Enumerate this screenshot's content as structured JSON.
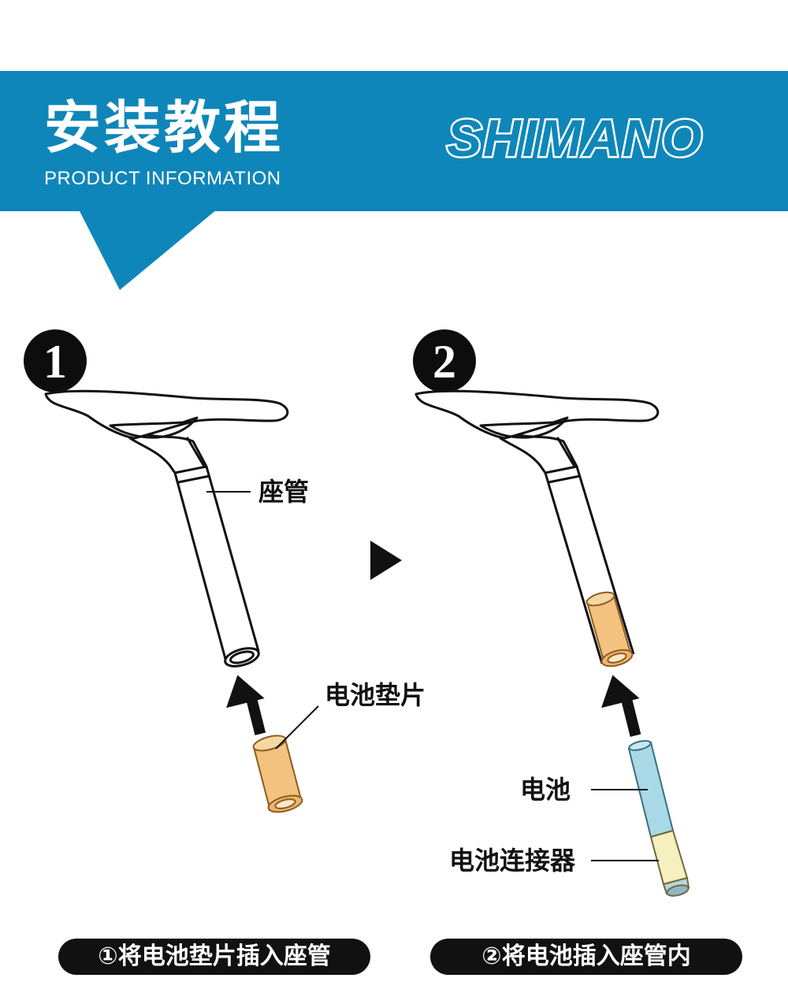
{
  "header": {
    "title": "安装教程",
    "subtitle": "PRODUCT INFORMATION",
    "brand": "SHIMANO",
    "colors": {
      "banner": "#0f86b9",
      "spacer": "#fa c77f"
    }
  },
  "steps": [
    {
      "number": "1",
      "labels": {
        "seatpost": "座管",
        "spacer": "电池垫片"
      },
      "caption": "①将电池垫片插入座管"
    },
    {
      "number": "2",
      "labels": {
        "battery": "电池",
        "connector": "电池连接器"
      },
      "caption": "②将电池插入座管内"
    }
  ],
  "icons": {
    "next": "play-triangle-icon",
    "arrow": "arrow-up-icon"
  }
}
